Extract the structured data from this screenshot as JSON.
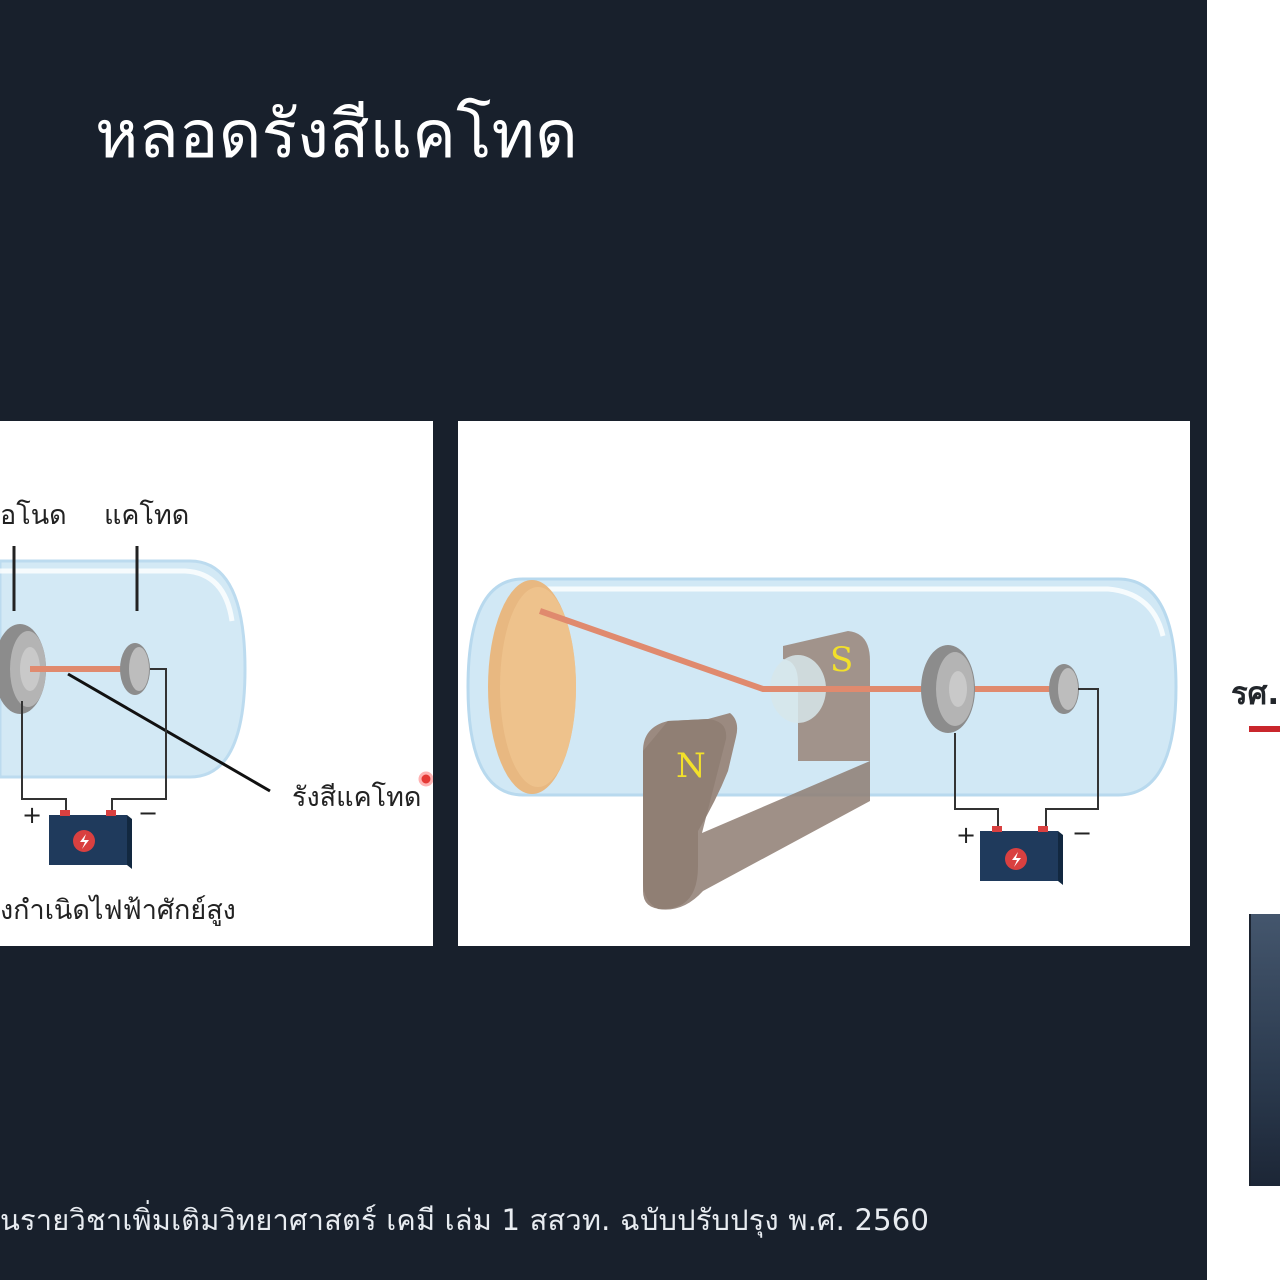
{
  "slide": {
    "title": "หลอดรังสีแคโทด",
    "footer": "นรายวิชาเพิ่มเติมวิทยาศาสตร์ เคมี เล่ม 1 สสวท. ฉบับปรับปรุง พ.ศ. 2560"
  },
  "diagram_left": {
    "label_anode": "อโนด",
    "label_cathode": "แคโทด",
    "label_ray": "รังสีแคโทด",
    "label_generator": "งกำเนิดไฟฟ้าศักย์สูง",
    "plus": "+",
    "minus": "−"
  },
  "diagram_right": {
    "magnet_s": "S",
    "magnet_n": "N",
    "plus": "+",
    "minus": "−"
  },
  "side": {
    "text": "รศ."
  },
  "colors": {
    "slide_bg": "#18202c",
    "beam": "#e08a6e",
    "tube": "#cfe7f5",
    "magnet": "#9b8a80",
    "screen": "#e9b57a",
    "accent": "#c9262c"
  }
}
